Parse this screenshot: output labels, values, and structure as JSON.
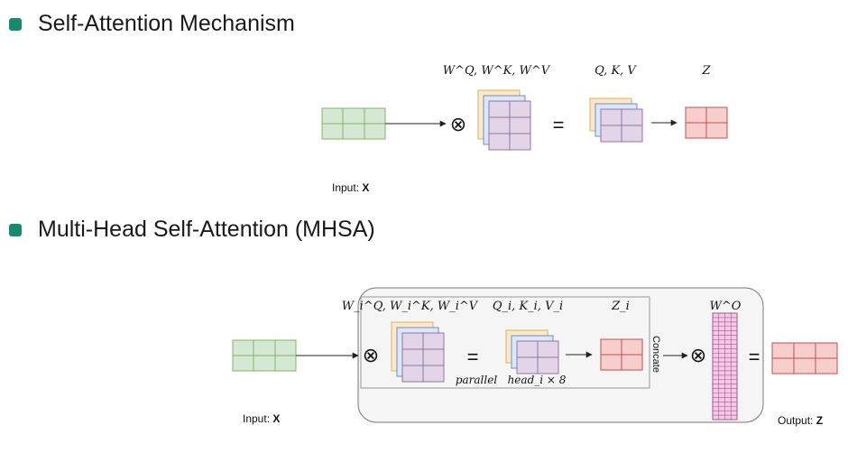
{
  "section1": {
    "heading": "Self-Attention Mechanism",
    "weights_label": "W^Q, W^K, W^V",
    "qkv_label": "Q, K, V",
    "z_label": "Z",
    "input_label": "Input:",
    "input_var": "X",
    "times": "⊗",
    "equals": "="
  },
  "section2": {
    "heading": "Multi-Head Self-Attention (MHSA)",
    "weights_label": "W_i^Q, W_i^K, W_i^V",
    "qkv_label": "Q_i, K_i, V_i",
    "z_label": "Z_i",
    "parallel": "parallel",
    "heads_label": "head_i × 8",
    "concat": "Concate",
    "wo_label": "W^O",
    "input_label": "Input:",
    "input_var": "X",
    "output_label": "Output:",
    "output_var": "Z",
    "times": "⊗",
    "equals": "="
  },
  "colors": {
    "bullet": "#1a8a6e",
    "input_green": "#d5e8d4",
    "input_green_stroke": "#82b366",
    "query_orange": "#ffe6cc",
    "query_orange_stroke": "#d6b656",
    "key_blue": "#dae8fc",
    "key_blue_stroke": "#6c8ebf",
    "value_purple": "#e1d5e7",
    "value_purple_stroke": "#9673a6",
    "output_red": "#f8cecc",
    "output_red_stroke": "#b85450",
    "wo_pink": "#f8c8e8",
    "wo_pink_stroke": "#9e5a8a"
  }
}
